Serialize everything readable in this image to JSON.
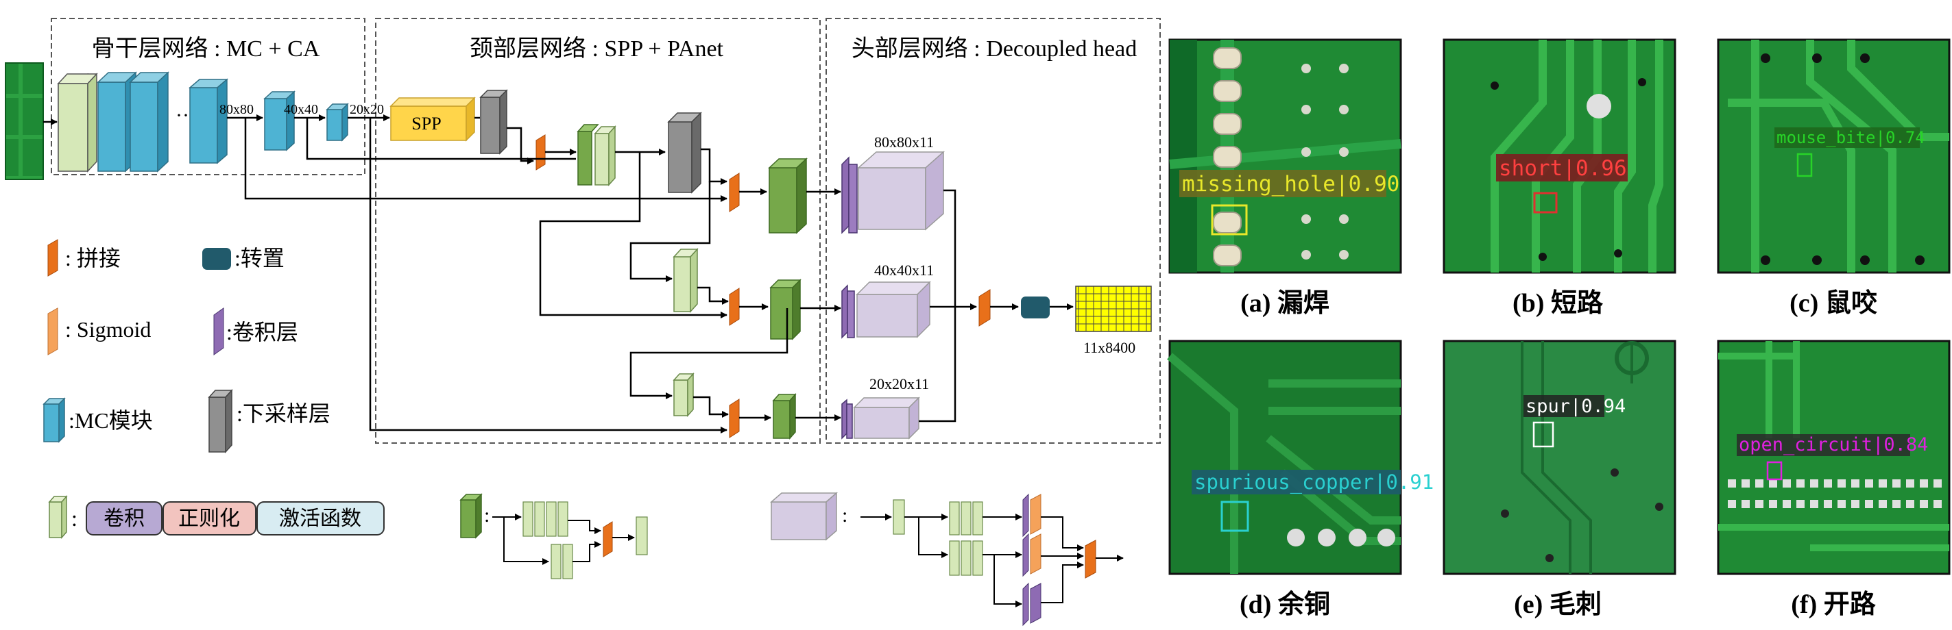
{
  "stages": {
    "backbone": "骨干层网络 : MC + CA",
    "neck": "颈部层网络 : SPP + PAnet",
    "head": "头部层网络 : Decoupled head"
  },
  "sizes": {
    "s80": "80x80",
    "s40": "40x40",
    "s20": "20x20",
    "spp": "SPP",
    "dots": "···",
    "h80": "80x80x11",
    "h40": "40x40x11",
    "h20": "20x20x11",
    "out": "11x8400"
  },
  "legend": {
    "concat": ": 拼接",
    "transpose": ":转置",
    "sigmoid": ": Sigmoid",
    "conv_layer": ":卷积层",
    "mc": ":MC模块",
    "down": ":下采样层",
    "colon": ":",
    "conv": "卷积",
    "norm": "正则化",
    "act": "激活函数"
  },
  "panels": [
    {
      "caption": "(a) 漏焊",
      "label": "missing_hole|0.90"
    },
    {
      "caption": "(b) 短路",
      "label": "short|0.96"
    },
    {
      "caption": "(c) 鼠咬",
      "label": "mouse_bite|0.74"
    },
    {
      "caption": "(d) 余铜",
      "label": "spurious_copper|0.91"
    },
    {
      "caption": "(e) 毛刺",
      "label": "spur|0.94"
    },
    {
      "caption": "(f) 开路",
      "label": "open_circuit|0.84"
    }
  ],
  "colors": {
    "mc": "#4eb3d3",
    "conv_light": "#d6e8b8",
    "conv_dark": "#76a84a",
    "concat": "#e8701a",
    "sigmoid": "#f5a25a",
    "conv_layer": "#8e6bb3",
    "down": "#808080",
    "transpose": "#215a6b",
    "spp": "#ffd54a",
    "head_box": "#d6cce3",
    "norm_fill": "#f2c4bf",
    "act_fill": "#d8ecf2",
    "conv_fill": "#b7a9d3",
    "out_grid": "#ffff00",
    "pcb": "#1e8c33",
    "box_yellow": "#e8e82a",
    "box_red": "#e03030",
    "box_green": "#28d428",
    "box_cyan": "#2ad0d0",
    "box_white": "#ffffff",
    "box_magenta": "#e020e0"
  }
}
